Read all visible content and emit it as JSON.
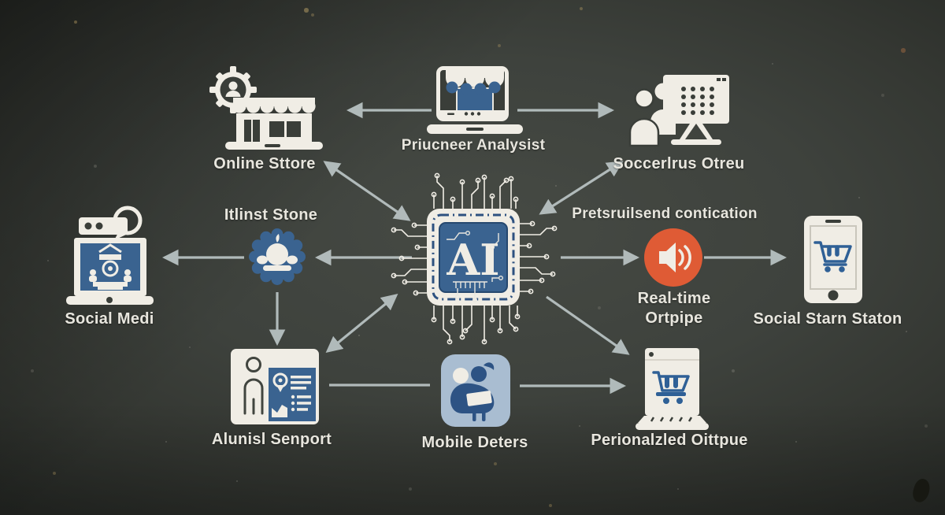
{
  "diagram": {
    "center_chip": {
      "label": "AI",
      "icon": "ai-chip-circuit"
    },
    "nodes": {
      "online_store": {
        "label": "Online Sttore",
        "icon": "storefront-gear-user"
      },
      "price_analysis": {
        "label": "Priucneer Analysist",
        "icon": "laptop-storefront"
      },
      "customer_group": {
        "label": "Soccerlrus Otreu",
        "icon": "people-monitor-grid"
      },
      "social_media": {
        "label": "Social Medi",
        "icon": "laptop-chat-store"
      },
      "instant_badge": {
        "label": "Itlinst Stone",
        "icon": "blue-scallop-badge"
      },
      "realtime_output": {
        "caption_above": "Pretsruilsend contication",
        "label_line1": "Real-time",
        "label_line2": "Ortpipe",
        "icon": "orange-speaker-circle"
      },
      "mobile_shop": {
        "label": "Social Starn Staton",
        "icon": "phone-shopping-cart"
      },
      "analysis_report": {
        "label": "Alunisl Senport",
        "icon": "person-report-card"
      },
      "mobile_orders": {
        "label": "Mobile Deters",
        "icon": "people-device-tile"
      },
      "personalized_output": {
        "label": "Perionalzled Oittpue",
        "icon": "laptop-shopping-cart"
      }
    },
    "colors": {
      "icon_white": "#f0ede5",
      "accent_blue": "#3a6390",
      "accent_blue_dark": "#2d5384",
      "accent_blue_strong": "#2f6096",
      "accent_light_blue": "#a9bdd1",
      "accent_orange": "#df5b35",
      "arrow": "#b7c1c1",
      "label_text": "#e8e6de",
      "background_center": "#464a44",
      "background_edge": "#272a26"
    }
  }
}
